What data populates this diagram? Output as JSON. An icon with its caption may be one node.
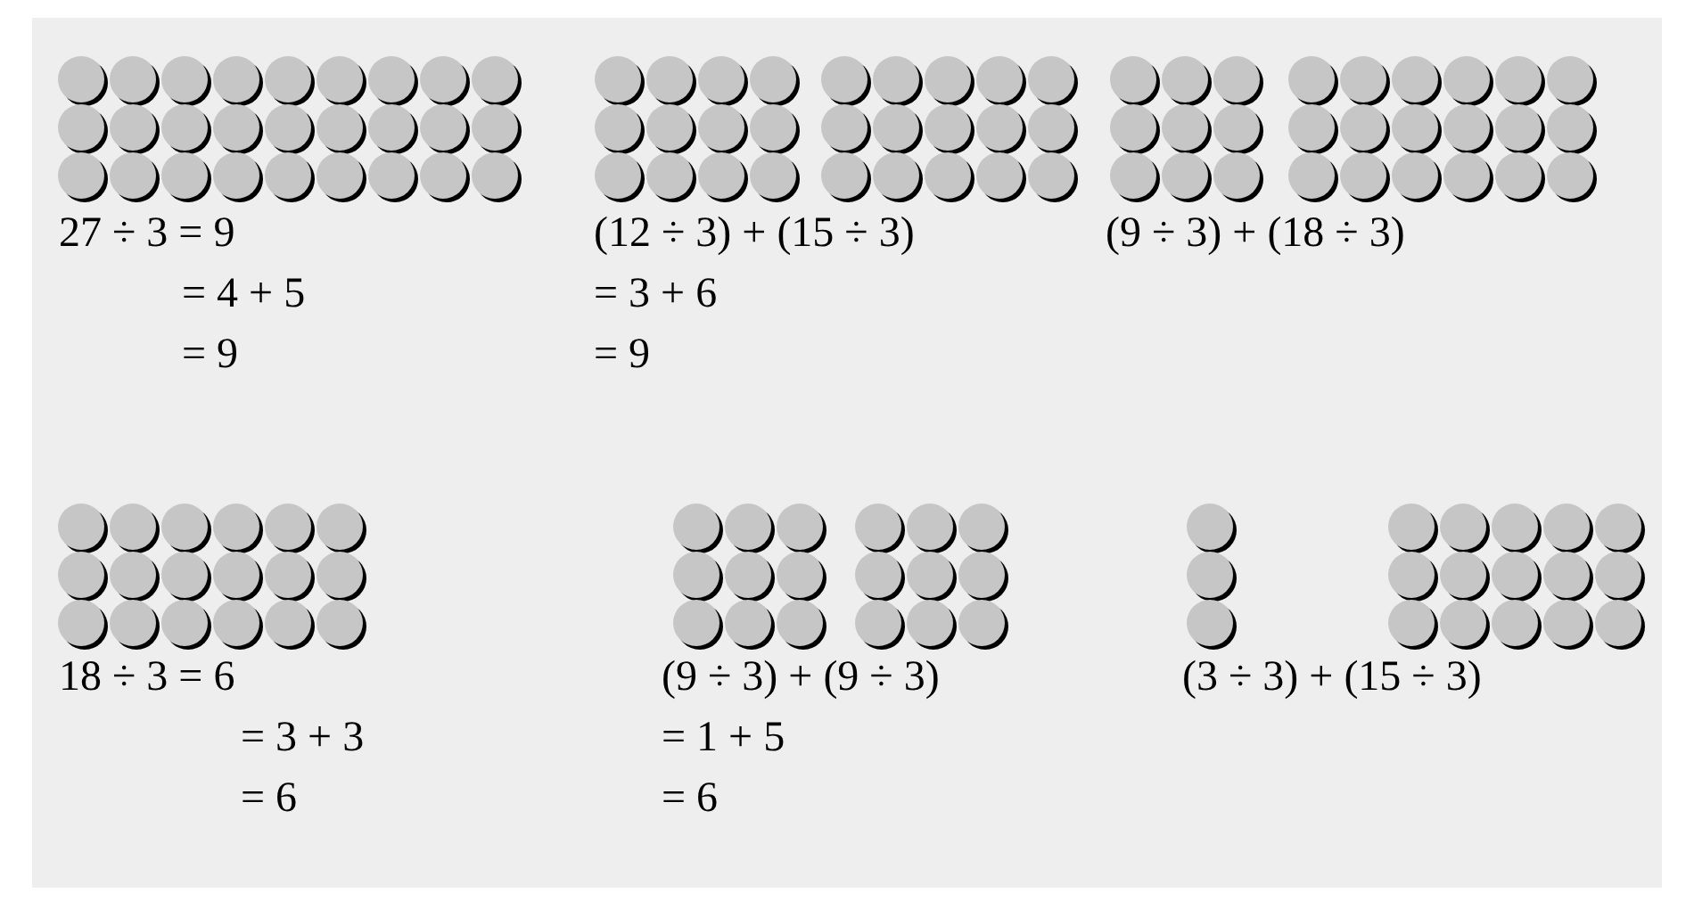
{
  "diagram": {
    "labels": [
      "27 ÷ 3 = 9",
      "= 4 + 5",
      "= 9",
      "(12 ÷ 3) + (15 ÷ 3)",
      "= 3 + 6",
      "= 9",
      "(9 ÷ 3) + (18 ÷ 3)",
      "18 ÷ 3 = 6",
      "= 3 + 3",
      "= 6",
      "(9 ÷ 3) + (9 ÷ 3)",
      "= 1 + 5",
      "= 6",
      "(3 ÷ 3) + (15 ÷ 3)"
    ]
  }
}
